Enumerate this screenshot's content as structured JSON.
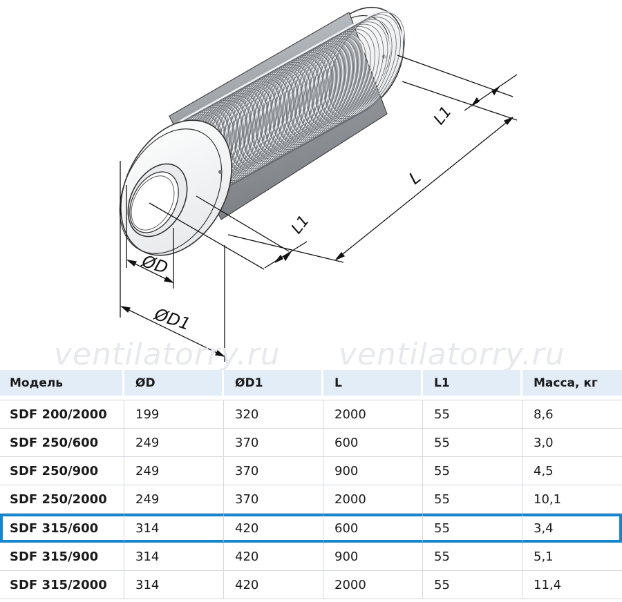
{
  "watermark": "ventilatorry.ru",
  "diagram": {
    "labels": {
      "d": "ØD",
      "d1": "ØD1",
      "l": "L",
      "l1_front": "L1",
      "l1_back": "L1"
    }
  },
  "table": {
    "headers": [
      "Модель",
      "ØD",
      "ØD1",
      "L",
      "L1",
      "Масса, кг"
    ],
    "rows": [
      [
        "SDF 200/2000",
        "199",
        "320",
        "2000",
        "55",
        "8,6"
      ],
      [
        "SDF 250/600",
        "249",
        "370",
        "600",
        "55",
        "3,0"
      ],
      [
        "SDF 250/900",
        "249",
        "370",
        "900",
        "55",
        "4,5"
      ],
      [
        "SDF 250/2000",
        "249",
        "370",
        "2000",
        "55",
        "10,1"
      ],
      [
        "SDF 315/600",
        "314",
        "420",
        "600",
        "55",
        "3,4"
      ],
      [
        "SDF 315/900",
        "314",
        "420",
        "900",
        "55",
        "5,1"
      ],
      [
        "SDF 315/2000",
        "314",
        "420",
        "2000",
        "55",
        "11,4"
      ]
    ],
    "highlighted_row": "SDF 315/600",
    "highlight_color": "#1585cf",
    "header_bg": "#e2edf8"
  }
}
